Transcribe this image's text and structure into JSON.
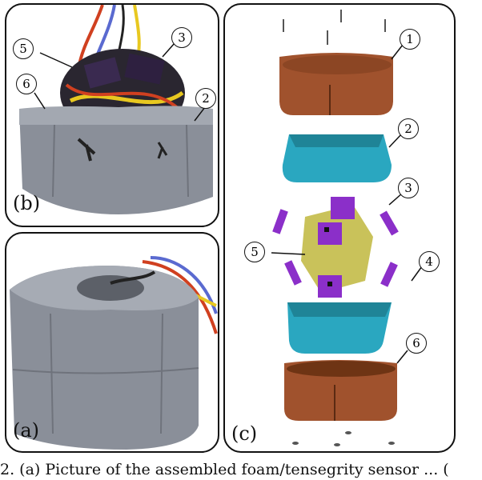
{
  "panels": {
    "b": {
      "label": "(b)"
    },
    "a": {
      "label": "(a)"
    },
    "c": {
      "label": "(c)"
    }
  },
  "callouts": {
    "b": [
      "5",
      "3",
      "6",
      "2"
    ],
    "c": [
      "1",
      "2",
      "3",
      "5",
      "4",
      "6"
    ]
  },
  "caption": "2. (a) Picture of the assembled foam/tensegrity sensor ... (",
  "colors": {
    "foam_gray": "#8a8f99",
    "orange_shell": "#a0522d",
    "teal_shell": "#2aa7c0",
    "yellow_core": "#c9c25a",
    "purple_plate": "#8b2fc9"
  }
}
